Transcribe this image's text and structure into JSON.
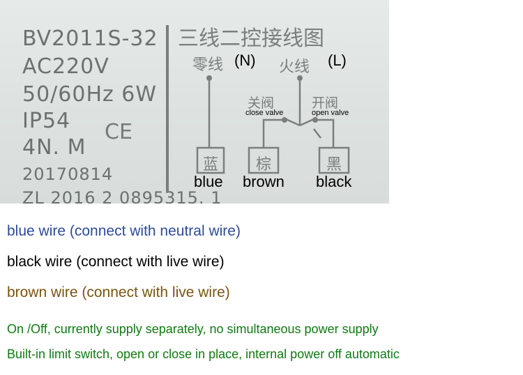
{
  "label": {
    "model": "BV2011S-32",
    "voltage": "AC220V",
    "freq_power": "50/60Hz  6W",
    "ip_rating": "IP54",
    "torque": "4N. M",
    "date_code": "20170814",
    "cert_code": "ZL 2016 2 0895315. 1",
    "ce_mark": "CE",
    "diagram_title": "三线二控接线图",
    "neutral_cn": "零线",
    "live_cn": "火线",
    "close_valve_cn": "关阀",
    "open_valve_cn": "开阀",
    "blue_cn": "蓝",
    "brown_cn": "棕",
    "black_cn": "黑"
  },
  "overlay": {
    "neutral": "(N)",
    "live": "(L)",
    "close_valve": "close valve",
    "open_valve": "open valve",
    "blue": "blue",
    "brown": "brown",
    "black": "black"
  },
  "descriptions": {
    "blue": "blue wire (connect with neutral wire)",
    "black": "black wire (connect with live wire)",
    "brown": "brown wire (connect with live wire)",
    "note1": "On /Off, currently supply separately, no simultaneous power supply",
    "note2": "Built-in limit switch, open or close in place, internal power off automatic"
  },
  "colors": {
    "blue": "#2e4b9b",
    "black": "#000000",
    "brown": "#7a5410",
    "green": "#0f7a12"
  }
}
